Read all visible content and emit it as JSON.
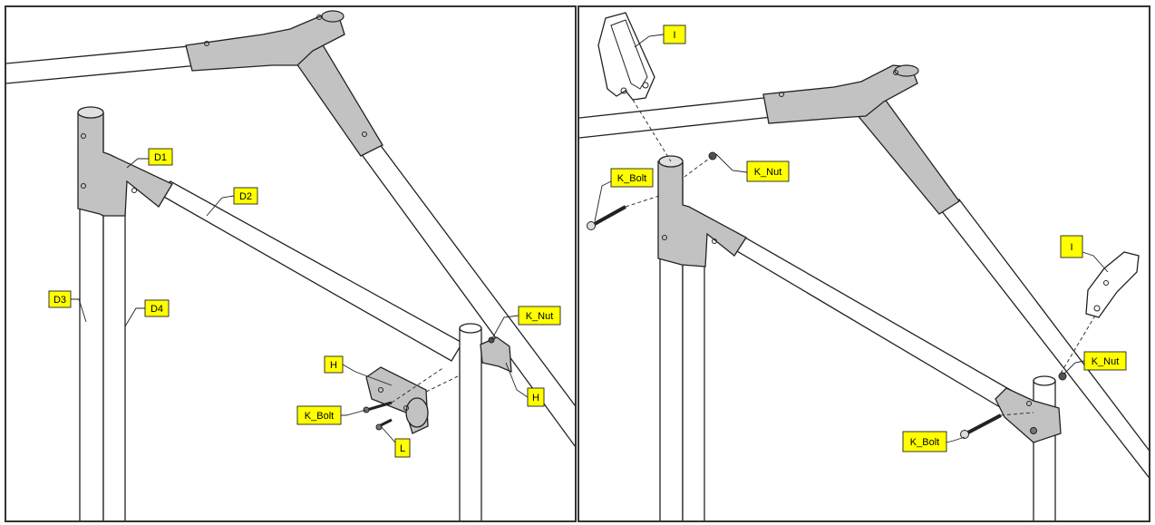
{
  "colors": {
    "part_fill": "#c2c2c2",
    "part_edge": "#222222",
    "tube_fill": "#ffffff",
    "label_fill": "#ffff00",
    "border": "#333333"
  },
  "left_panel": {
    "labels": {
      "d1": "D1",
      "d2": "D2",
      "d3": "D3",
      "d4": "D4",
      "h_upper": "H",
      "h_right": "H",
      "k_nut": "K_Nut",
      "k_bolt": "K_Bolt",
      "l": "L"
    }
  },
  "right_panel": {
    "labels": {
      "i_top": "I",
      "i_right": "I",
      "k_bolt_left": "K_Bolt",
      "k_nut_top": "K_Nut",
      "k_nut_right": "K_Nut",
      "k_bolt_bottom": "K_Bolt"
    }
  }
}
